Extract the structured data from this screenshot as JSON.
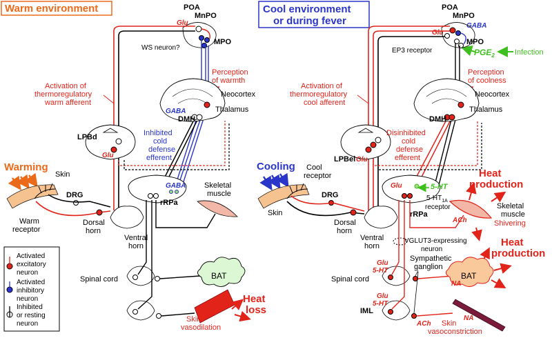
{
  "left_panel": {
    "title": "Warm environment",
    "poa": "POA",
    "mnpo": "MnPO",
    "mpo": "MPO",
    "glu_mnpo": "Glu",
    "ws_neuron": "WS neuron?",
    "activation_warm": [
      "Activation of",
      "thermoregulatory",
      "warm afferent"
    ],
    "perception_warmth": [
      "Perception",
      "of warmth"
    ],
    "neocortex": "Neocortex",
    "thalamus": "Thalamus",
    "dmh": "DMH",
    "gaba_dmh": "GABA",
    "lpbd": "LPBd",
    "glu_lpb": "Glu",
    "inhibited_efferent": [
      "Inhibited",
      "cold",
      "defense",
      "efferent"
    ],
    "warming": "Warming",
    "skin": "Skin",
    "drg": "DRG",
    "warm_receptor": [
      "Warm",
      "receptor"
    ],
    "dorsal_horn": [
      "Dorsal",
      "horn"
    ],
    "ventral_horn": [
      "Ventral",
      "horn"
    ],
    "gaba_rrpa": "GABA",
    "rrpa": "rRPa",
    "skeletal_muscle": [
      "Skeletal",
      "muscle"
    ],
    "spinal_cord": "Spinal cord",
    "bat": "BAT",
    "heat_loss": [
      "Heat",
      "loss"
    ],
    "skin_vasodilation": [
      "Skin",
      "vasodilation"
    ]
  },
  "legend": {
    "items": [
      {
        "label": [
          "Activated",
          "excitatory",
          "neuron"
        ],
        "color": "#e2231a"
      },
      {
        "label": [
          "Activated",
          "inhibitory",
          "neuron"
        ],
        "color": "#2a35c9"
      },
      {
        "label": [
          "Inhibited",
          "or resting",
          "neuron"
        ],
        "color": "#ffffff"
      }
    ]
  },
  "right_panel": {
    "title": [
      "Cool environment",
      "or during fever"
    ],
    "poa": "POA",
    "mnpo": "MnPO",
    "mpo": "MPO",
    "glu_mnpo": "Glu",
    "gaba_mnpo": "GABA",
    "ep3_receptor": "EP3 receptor",
    "pge2": "PGE",
    "pge2_sub": "2",
    "infection": "Infection",
    "activation_cool": [
      "Activation of",
      "thermoregulatory",
      "cool afferent"
    ],
    "perception_coolness": [
      "Perception",
      "of coolness"
    ],
    "neocortex": "Neocortex",
    "thalamus": "Thalamus",
    "dmh": "DMH",
    "disinhibited_efferent": [
      "Disinhibited",
      "cold",
      "defense",
      "efferent"
    ],
    "lpbel": "LPBel",
    "glu_lpb": "Glu",
    "cooling": "Cooling",
    "cool_receptor": [
      "Cool",
      "receptor"
    ],
    "skin": "Skin",
    "drg": "DRG",
    "glu_rrpa": "Glu",
    "five_ht": "5-HT",
    "five_ht1a": "5-HT",
    "five_ht1a_sub": "1A",
    "receptor": "receptor",
    "heat_production_1": [
      "Heat",
      "production"
    ],
    "rrpa": "rRPa",
    "ach_muscle": "ACh",
    "skeletal_muscle": [
      "Skeletal",
      "muscle"
    ],
    "shivering": "Shivering",
    "dorsal_horn": [
      "Dorsal",
      "horn"
    ],
    "ventral_horn": [
      "Ventral",
      "horn"
    ],
    "vglut3": [
      "VGLUT3-expressing",
      "neuron"
    ],
    "heat_production_2": [
      "Heat",
      "production"
    ],
    "sympathetic_ganglion": [
      "Sympathetic",
      "ganglion"
    ],
    "glu_1": "Glu",
    "five_ht_1": "5-HT",
    "spinal_cord": "Spinal cord",
    "na_bat": "NA",
    "bat": "BAT",
    "glu_2": "Glu",
    "five_ht_2": "5-HT",
    "iml": "IML",
    "ach_iml": "ACh",
    "na_skin": "NA",
    "skin_vasoconstriction": [
      "Skin",
      "vasoconstriction"
    ]
  }
}
